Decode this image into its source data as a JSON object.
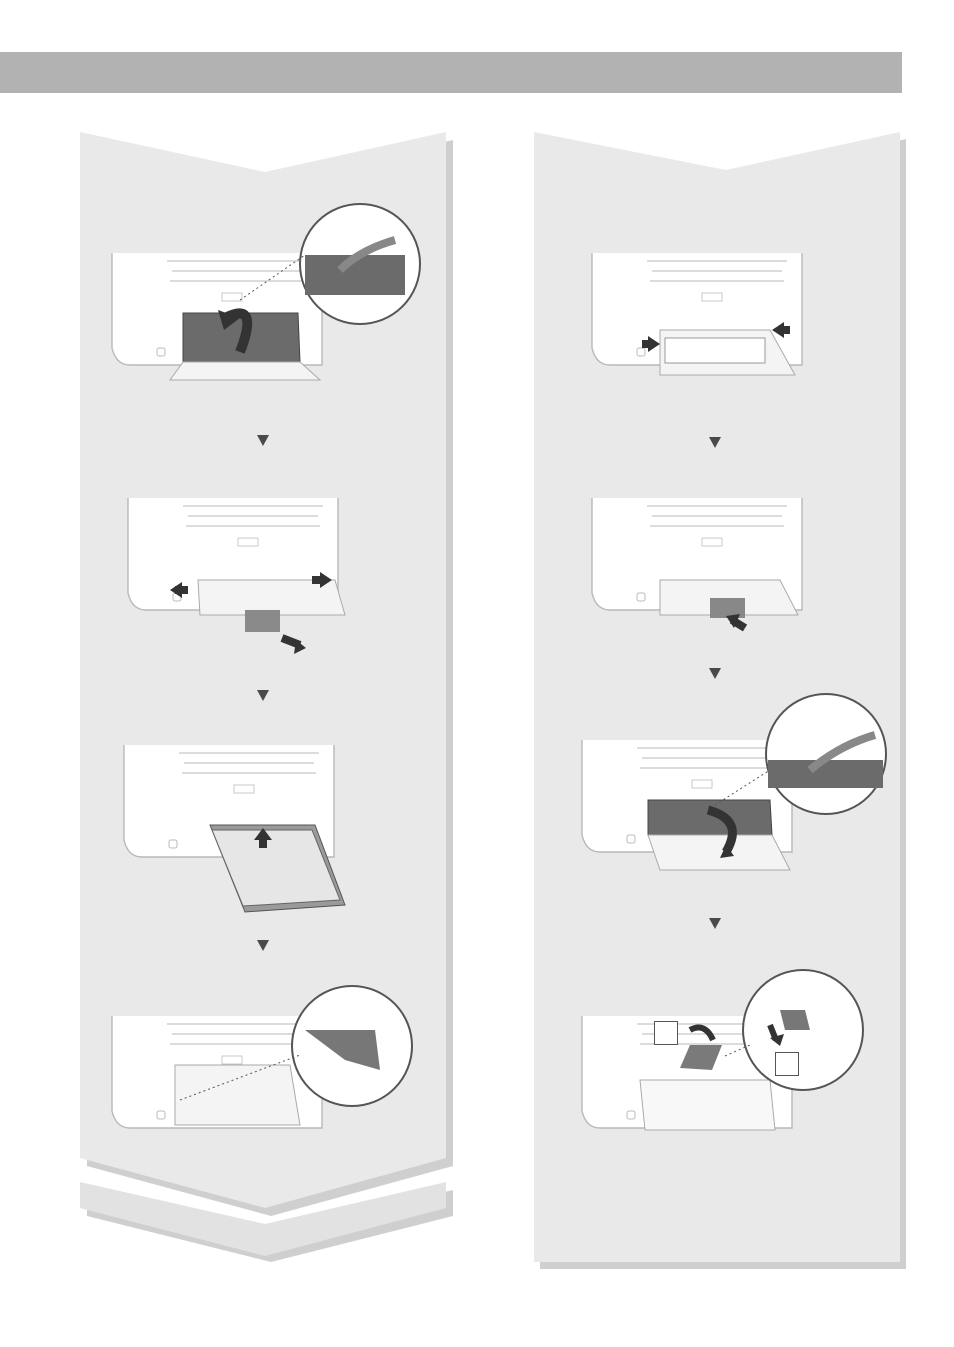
{
  "page": {
    "header_bar_color": "#b2b2b2",
    "panel_fill": "#e9e9e9",
    "panel_shadow": "#cfcfcf"
  },
  "left_column": {
    "steps": [
      {
        "illustration": "open-manual-feed-cover-illustration"
      },
      {
        "illustration": "spread-paper-guides-illustration"
      },
      {
        "illustration": "load-paper-stack-illustration"
      },
      {
        "illustration": "slide-guides-to-paper-illustration"
      }
    ]
  },
  "right_column": {
    "steps": [
      {
        "illustration": "adjust-side-guides-illustration"
      },
      {
        "illustration": "push-rear-guide-illustration"
      },
      {
        "illustration": "close-cover-illustration"
      },
      {
        "illustration": "attach-tray-cover-illustration"
      }
    ],
    "badges": [
      "",
      ""
    ]
  }
}
